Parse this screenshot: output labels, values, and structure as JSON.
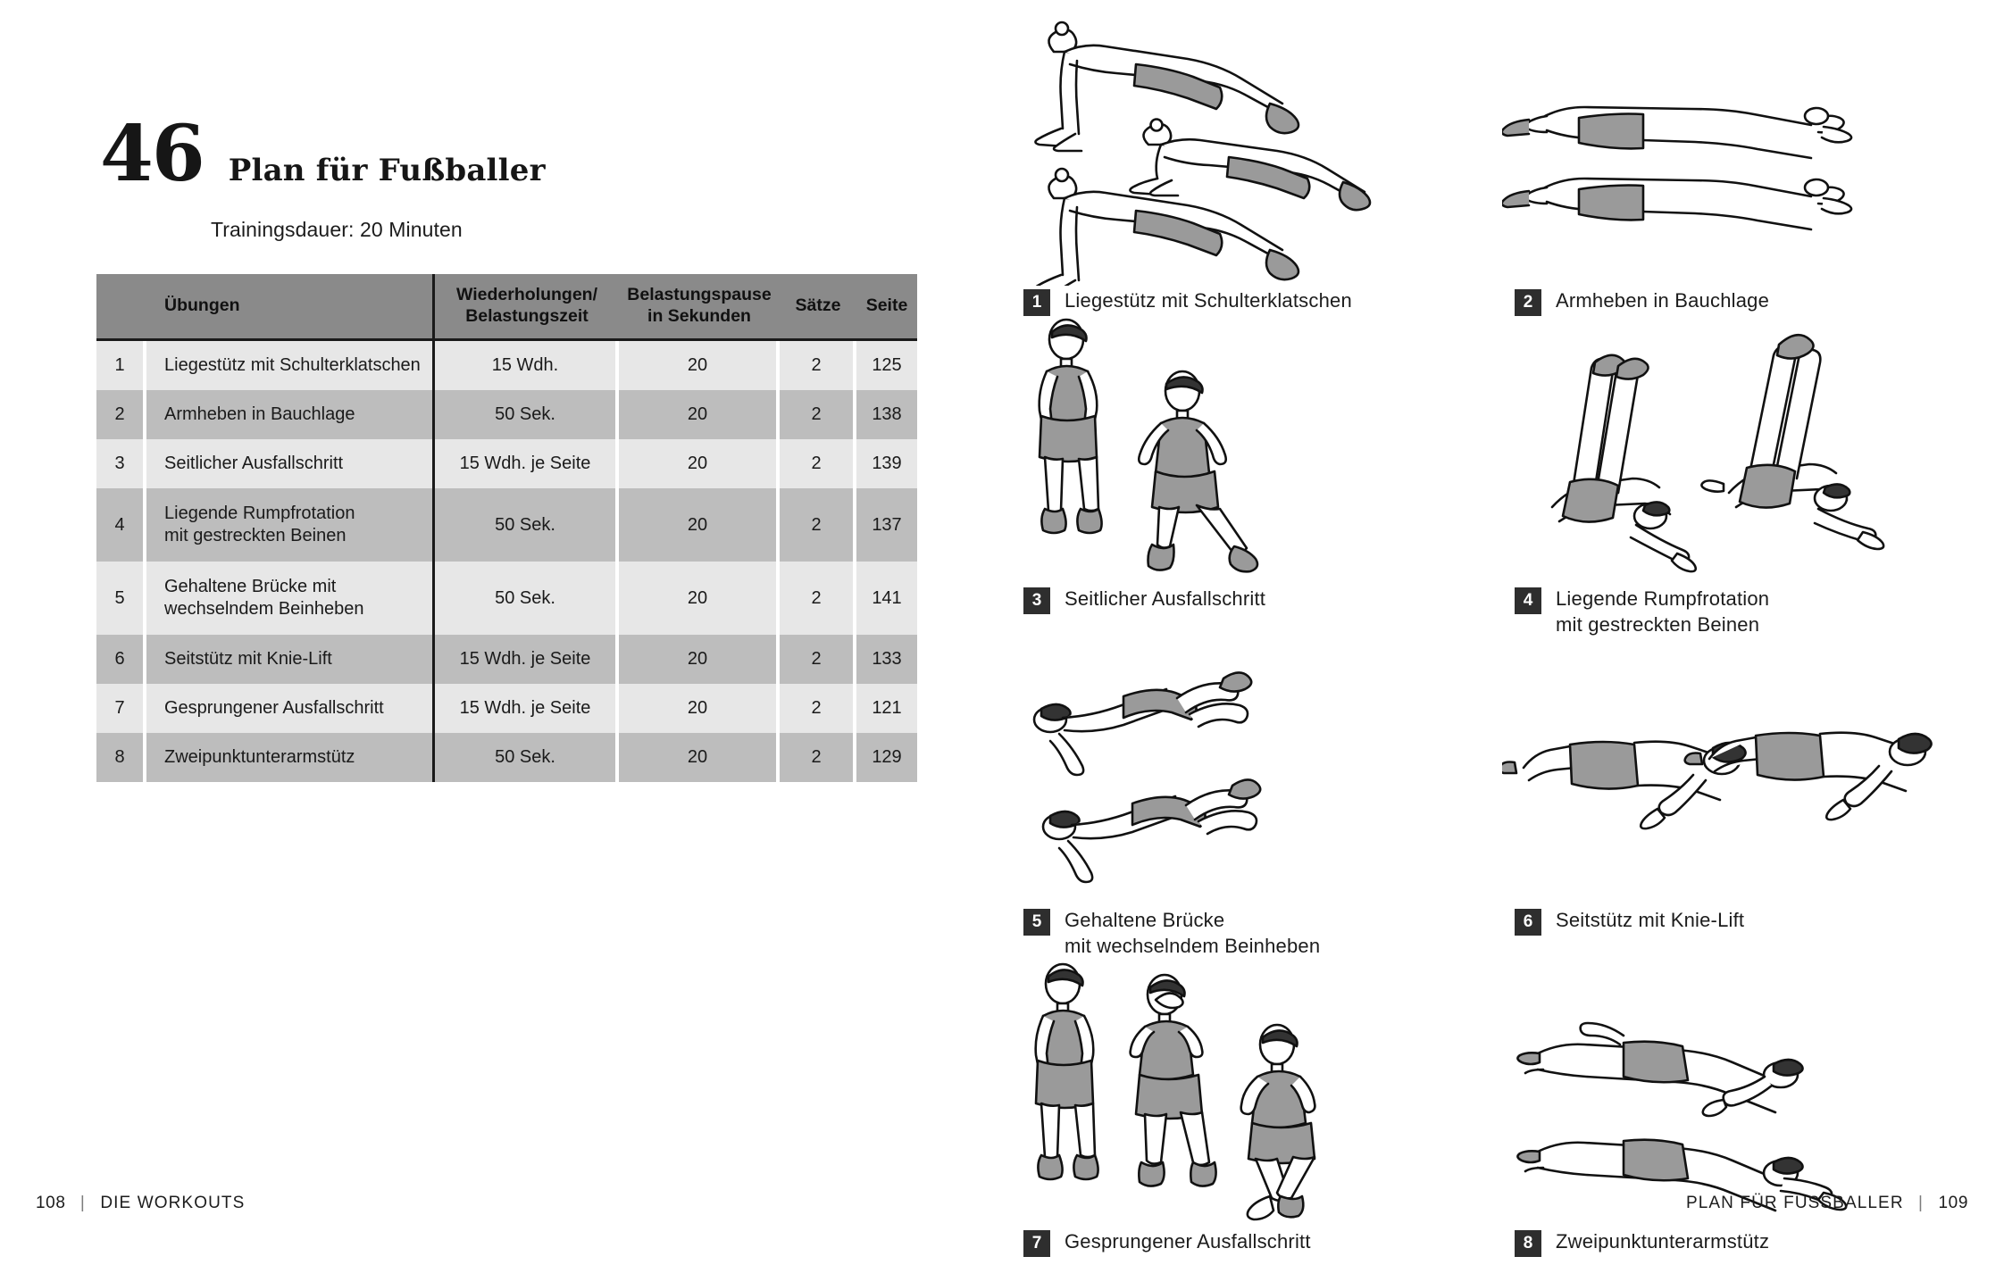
{
  "left_page": {
    "plan_number": "46",
    "title": "Plan für Fußballer",
    "subtitle": "Trainingsdauer: 20 Minuten",
    "table": {
      "headers": {
        "number": "",
        "exercise": "Übungen",
        "reps_line1": "Wiederholungen/",
        "reps_line2": "Belastungszeit",
        "pause_line1": "Belastungspause",
        "pause_line2": "in Sekunden",
        "sets": "Sätze",
        "page": "Seite"
      },
      "rows": [
        {
          "num": "1",
          "exercise": "Liegestütz mit Schulterklatschen",
          "exercise_line2": "",
          "reps": "15 Wdh.",
          "pause": "20",
          "sets": "2",
          "page": "125"
        },
        {
          "num": "2",
          "exercise": "Armheben in Bauchlage",
          "exercise_line2": "",
          "reps": "50 Sek.",
          "pause": "20",
          "sets": "2",
          "page": "138"
        },
        {
          "num": "3",
          "exercise": "Seitlicher Ausfallschritt",
          "exercise_line2": "",
          "reps": "15 Wdh. je Seite",
          "pause": "20",
          "sets": "2",
          "page": "139"
        },
        {
          "num": "4",
          "exercise": "Liegende Rumpfrotation",
          "exercise_line2": "mit gestreckten Beinen",
          "reps": "50 Sek.",
          "pause": "20",
          "sets": "2",
          "page": "137"
        },
        {
          "num": "5",
          "exercise": "Gehaltene Brücke mit",
          "exercise_line2": "wechselndem Beinheben",
          "reps": "50 Sek.",
          "pause": "20",
          "sets": "2",
          "page": "141"
        },
        {
          "num": "6",
          "exercise": "Seitstütz mit Knie-Lift",
          "exercise_line2": "",
          "reps": "15 Wdh. je Seite",
          "pause": "20",
          "sets": "2",
          "page": "133"
        },
        {
          "num": "7",
          "exercise": "Gesprungener Ausfallschritt",
          "exercise_line2": "",
          "reps": "15 Wdh. je Seite",
          "pause": "20",
          "sets": "2",
          "page": "121"
        },
        {
          "num": "8",
          "exercise": "Zweipunktunterarmstütz",
          "exercise_line2": "",
          "reps": "50 Sek.",
          "pause": "20",
          "sets": "2",
          "page": "129"
        }
      ]
    },
    "footer": {
      "page_number": "108",
      "separator": "|",
      "section": "DIE WORKOUTS"
    }
  },
  "right_page": {
    "illustrations": [
      {
        "badge": "1",
        "caption_line1": "Liegestütz mit Schulterklatschen",
        "caption_line2": "",
        "art": "pushup-shoulder-tap"
      },
      {
        "badge": "2",
        "caption_line1": "Armheben in Bauchlage",
        "caption_line2": "",
        "art": "prone-arm-raise"
      },
      {
        "badge": "3",
        "caption_line1": "Seitlicher Ausfallschritt",
        "caption_line2": "",
        "art": "side-lunge"
      },
      {
        "badge": "4",
        "caption_line1": "Liegende Rumpfrotation",
        "caption_line2": "mit gestreckten Beinen",
        "art": "lying-trunk-rotation"
      },
      {
        "badge": "5",
        "caption_line1": "Gehaltene Brücke",
        "caption_line2": "mit wechselndem Beinheben",
        "art": "glute-bridge-leg-raise"
      },
      {
        "badge": "6",
        "caption_line1": "Seitstütz mit Knie-Lift",
        "caption_line2": "",
        "art": "side-plank-knee-lift"
      },
      {
        "badge": "7",
        "caption_line1": "Gesprungener Ausfallschritt",
        "caption_line2": "",
        "art": "jump-lunge"
      },
      {
        "badge": "8",
        "caption_line1": "Zweipunktunterarmstütz",
        "caption_line2": "",
        "art": "two-point-forearm-plank"
      }
    ],
    "footer": {
      "section": "PLAN FÜR FUSSBALLER",
      "separator": "|",
      "page_number": "109"
    }
  },
  "colors": {
    "header_gray": "#8a8a8a",
    "row_light": "#e7e7e7",
    "row_dark": "#bdbdbd",
    "badge_dark": "#2e2e2e",
    "ink": "#1a1a1a",
    "figure_fill_gray": "#9a9a9a",
    "paper": "#ffffff"
  }
}
